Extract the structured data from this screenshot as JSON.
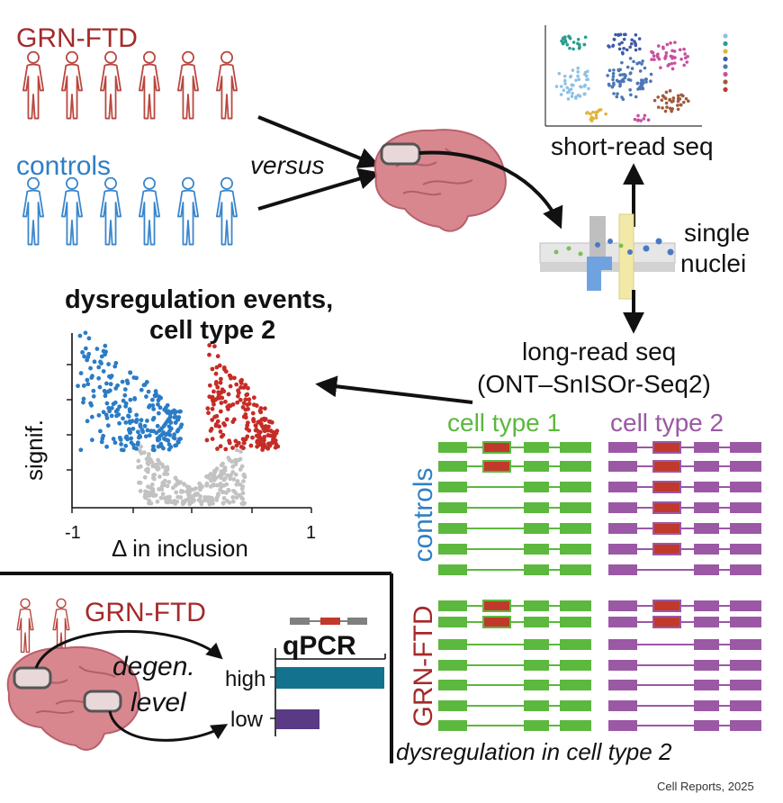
{
  "top": {
    "case_label": "GRN-FTD",
    "control_label": "controls",
    "versus_label": "versus",
    "short_read_label": "short-read seq",
    "single_nuclei_line1": "single",
    "single_nuclei_line2": "nuclei",
    "long_read_line1": "long-read seq",
    "long_read_line2": "(ONT–SnISOr-Seq2)"
  },
  "volcano": {
    "title_line1": "dysregulation events,",
    "title_line2": "cell type 2",
    "ylabel": "signif.",
    "xlabel": "Δ in inclusion",
    "xtick_min": "-1",
    "xtick_max": "1"
  },
  "isoforms": {
    "celltype1_label": "cell type 1",
    "celltype2_label": "cell type 2",
    "controls_label": "controls",
    "case_label": "GRN-FTD",
    "caption": "dysregulation in cell type 2"
  },
  "degen": {
    "case_label": "GRN-FTD",
    "degen_line1": "degen.",
    "degen_line2": "level",
    "qpcr_label": "qPCR",
    "high_label": "high",
    "low_label": "low",
    "bar_high_fraction": 1.0,
    "bar_low_fraction": 0.4
  },
  "footer": {
    "source": "Cell Reports, 2025"
  },
  "colors": {
    "ftd_red": "#a52a2a",
    "control_blue": "#2f7fc4",
    "green": "#5cb83e",
    "purple": "#9b58a5",
    "exon_red": "#c0392b",
    "volcano_blue": "#2b7cc6",
    "volcano_red": "#c62c26",
    "volcano_grey": "#c2c2c2",
    "qpcr_high": "#13738f",
    "qpcr_low": "#5a3a85"
  }
}
